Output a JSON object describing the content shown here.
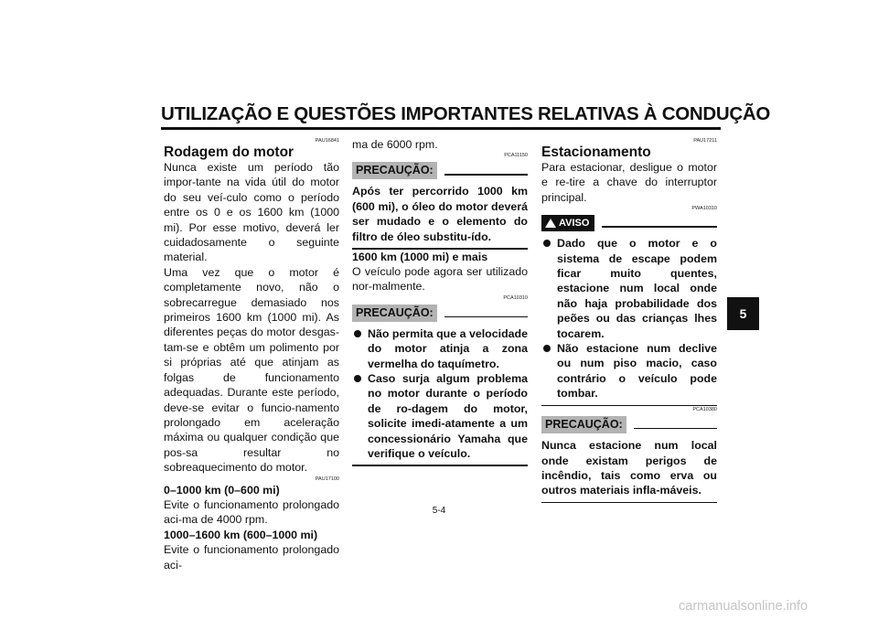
{
  "header": {
    "title": "UTILIZAÇÃO E QUESTÕES IMPORTANTES RELATIVAS À CONDUÇÃO",
    "chapter_tab": "5"
  },
  "col1": {
    "code": "PAU16841",
    "heading": "Rodagem do motor",
    "para1": "Nunca existe um período tão impor-tante na vida útil do motor do seu veí-culo como o período entre os 0 e os 1600 km (1000 mi). Por esse motivo, deverá ler cuidadosamente o seguinte material.",
    "para2": "Uma vez que o motor é completamente novo, não o sobrecarregue demasiado nos primeiros 1600 km (1000 mi). As diferentes peças do motor desgas-tam-se e obtêm um polimento por si próprias até que atinjam as folgas de funcionamento adequadas. Durante este período, deve-se evitar o funcio-namento prolongado em aceleração máxima ou qualquer condição que pos-sa resultar no sobreaquecimento do motor.",
    "code2": "PAU17100",
    "sub1": "0–1000 km (0–600 mi)",
    "sub1_text": "Evite o funcionamento prolongado aci-ma de 4000 rpm.",
    "sub2": "1000–1600 km (600–1000 mi)",
    "sub2_text": "Evite o funcionamento prolongado aci-"
  },
  "col2": {
    "cont": "ma de 6000 rpm.",
    "code1": "PCA11150",
    "caution_label": "PRECAUÇÃO:",
    "caution1": "Após ter percorrido 1000 km (600 mi), o óleo do motor deverá ser mudado e o elemento do filtro de óleo substitu-ído.",
    "sub3": "1600 km (1000 mi) e mais",
    "sub3_text": "O veículo pode agora ser utilizado nor-malmente.",
    "code2": "PCA10310",
    "caution_label2": "PRECAUÇÃO:",
    "bullets": [
      "Não permita que a velocidade do motor atinja a zona vermelha do taquímetro.",
      "Caso surja algum problema no motor durante o período de ro-dagem do motor, solicite imedi-atamente a um concessionário Yamaha que verifique o veículo."
    ]
  },
  "col3": {
    "code1": "PAU17211",
    "heading": "Estacionamento",
    "para": "Para estacionar, desligue o motor e re-tire a chave do interruptor principal.",
    "code2": "PWA10310",
    "warning_label": "AVISO",
    "bullets": [
      "Dado que o motor e o sistema de escape podem ficar muito quentes, estacione num local onde não haja probabilidade dos peões ou das crianças lhes tocarem.",
      "Não estacione num declive ou num piso macio, caso contrário o veículo pode tombar."
    ],
    "code3": "PCA10380",
    "caution_label": "PRECAUÇÃO:",
    "caution": "Nunca estacione num local onde existam perigos de incêndio, tais como erva ou outros materiais infla-máveis."
  },
  "footer": {
    "page_number": "5-4",
    "watermark": "carmanualsonline.info"
  }
}
